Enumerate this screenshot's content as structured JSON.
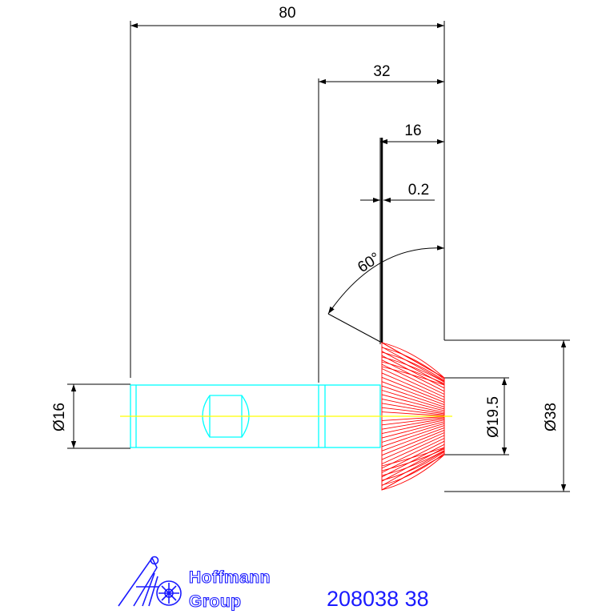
{
  "dimensions": {
    "overall_length": "80",
    "bevel_section_length": "32",
    "gear_width": "16",
    "face_offset": "0.2",
    "cone_angle": "60°",
    "shaft_diameter": "Ø16",
    "inner_diameter": "Ø19.5",
    "outer_diameter": "Ø38"
  },
  "logo": {
    "line1": "Hoffmann",
    "line2": "Group"
  },
  "part_number": "208038 38",
  "colors": {
    "dimension_lines": "#000000",
    "shaft_outline": "#00ffff",
    "gear_teeth": "#ff0000",
    "centerline": "#ffff00",
    "brand_blue": "#1a1aff"
  }
}
